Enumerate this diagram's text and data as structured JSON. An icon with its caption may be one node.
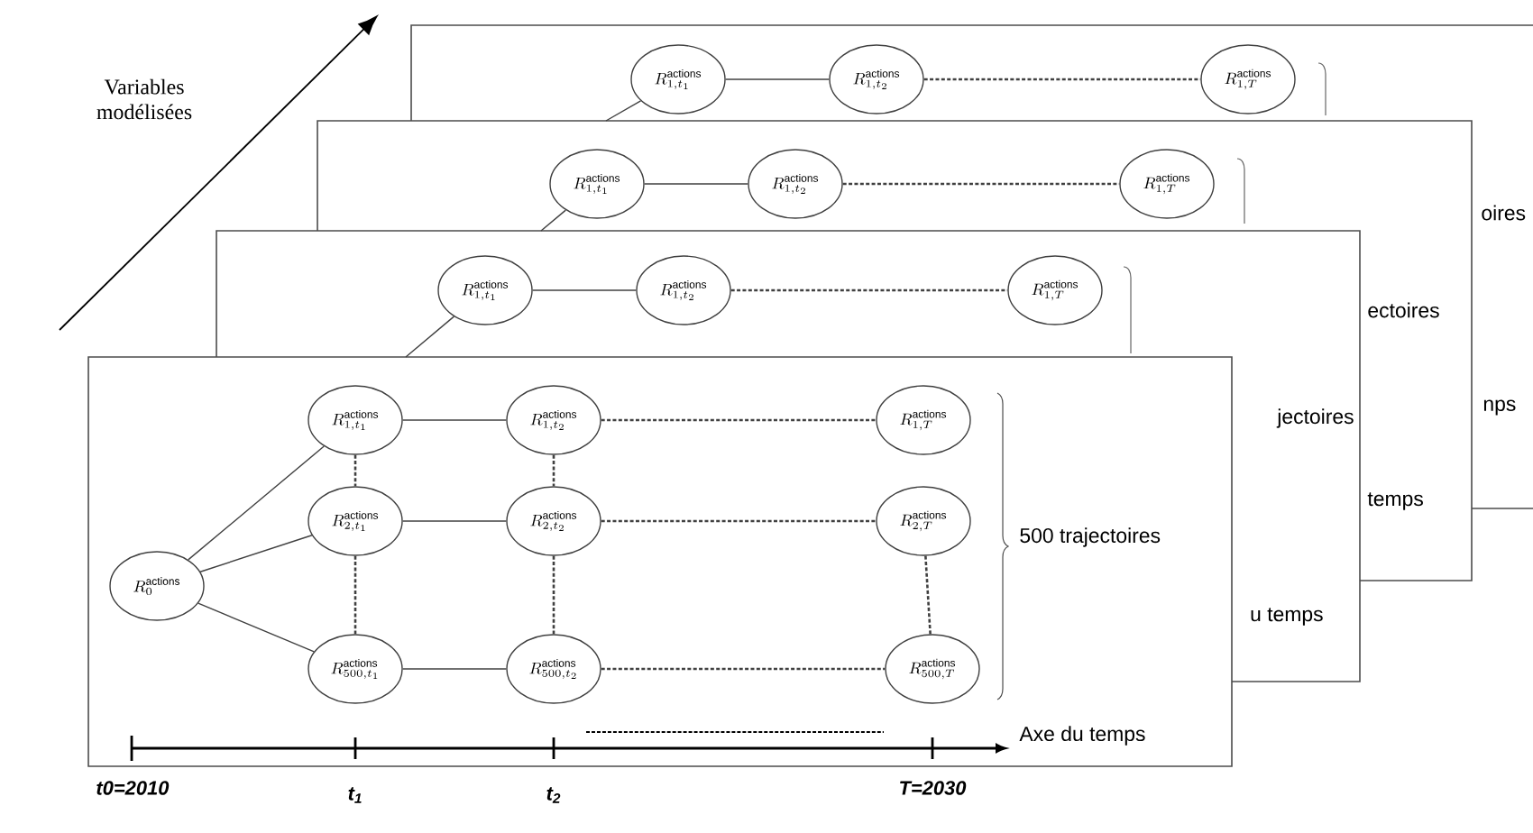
{
  "diagram": {
    "nodes": [
      {
        "text": [
          "R^{\\mathrm{actions}}_{1,t_1}"
        ]
      },
      {
        "text": [
          "R^{\\mathrm{actions}}_{1,t_2}"
        ]
      },
      {
        "text": [
          "R^{\\mathrm{actions}}_{1,T}"
        ]
      },
      {
        "text": [
          "R^{\\mathrm{actions}}_{1,t_1}"
        ]
      },
      {
        "text": [
          "R^{\\mathrm{actions}}_{1,t_2}"
        ]
      },
      {
        "text": [
          "R^{\\mathrm{actions}}_{1,T}"
        ]
      },
      {
        "text": [
          "R^{\\mathrm{actions}}_{1,t_1}"
        ]
      },
      {
        "text": [
          "R^{\\mathrm{actions}}_{1,t_2}"
        ]
      },
      {
        "text": [
          "R^{\\mathrm{actions}}_{1,T}"
        ]
      },
      {
        "text": [
          "R^{\\mathrm{actions}}_{0}"
        ]
      },
      {
        "text": [
          "R^{\\mathrm{actions}}_{1,t_1}"
        ]
      },
      {
        "text": [
          "R^{\\mathrm{actions}}_{1,t_2}"
        ]
      },
      {
        "text": [
          "R^{\\mathrm{actions}}_{1,T}"
        ]
      },
      {
        "text": [
          "R^{\\mathrm{actions}}_{2,t_1}"
        ]
      },
      {
        "text": [
          "R^{\\mathrm{actions}}_{2,t_2}"
        ]
      },
      {
        "text": [
          "R^{\\mathrm{actions}}_{2,T}"
        ]
      },
      {
        "text": [
          "R^{\\mathrm{actions}}_{500,t_1}"
        ]
      },
      {
        "text": [
          "R^{\\mathrm{actions}}_{500,t_2}"
        ]
      },
      {
        "text": [
          "R^{\\mathrm{actions}}_{500,T}"
        ]
      }
    ],
    "edges": [
      {
        "from": null,
        "to": 0,
        "arrow": "none"
      },
      {
        "from": 0,
        "to": 1,
        "arrow": "none"
      },
      {
        "from": 1,
        "to": 2,
        "arrow": "none",
        "style": "dashed"
      },
      {
        "from": null,
        "to": 3,
        "arrow": "none"
      },
      {
        "from": 3,
        "to": 4,
        "arrow": "none"
      },
      {
        "from": 4,
        "to": 5,
        "arrow": "none",
        "style": "dashed"
      },
      {
        "from": null,
        "to": 6,
        "arrow": "none"
      },
      {
        "from": 6,
        "to": 7,
        "arrow": "none"
      },
      {
        "from": 7,
        "to": 8,
        "arrow": "none",
        "style": "dashed"
      },
      {
        "from": 9,
        "to": 10,
        "arrow": "none"
      },
      {
        "from": 9,
        "to": 13,
        "arrow": "none"
      },
      {
        "from": 9,
        "to": 16,
        "arrow": "none"
      },
      {
        "from": 10,
        "to": 11,
        "arrow": "none"
      },
      {
        "from": 13,
        "to": 14,
        "arrow": "none"
      },
      {
        "from": 16,
        "to": 17,
        "arrow": "none"
      },
      {
        "from": 11,
        "to": 12,
        "arrow": "none",
        "style": "dashed"
      },
      {
        "from": 14,
        "to": 15,
        "arrow": "none",
        "style": "dashed"
      },
      {
        "from": 17,
        "to": 18,
        "arrow": "none",
        "style": "dashed"
      },
      {
        "from": 10,
        "to": 13,
        "arrow": "none",
        "style": "dashed"
      },
      {
        "from": 13,
        "to": 16,
        "arrow": "none",
        "style": "dashed"
      },
      {
        "from": 11,
        "to": 14,
        "arrow": "none",
        "style": "dashed"
      },
      {
        "from": 14,
        "to": 17,
        "arrow": "none",
        "style": "dashed"
      },
      {
        "from": 15,
        "to": 18,
        "arrow": "none",
        "style": "dashed"
      }
    ],
    "labels": [
      "Variables modélisées",
      "oires",
      "ectoires",
      "nps",
      "jectoires",
      "temps",
      "500 trajectoires",
      "u temps",
      "Axe du temps",
      "t0=2010",
      "t$_{1}$",
      "t$_{2}$",
      "T=2030"
    ]
  }
}
